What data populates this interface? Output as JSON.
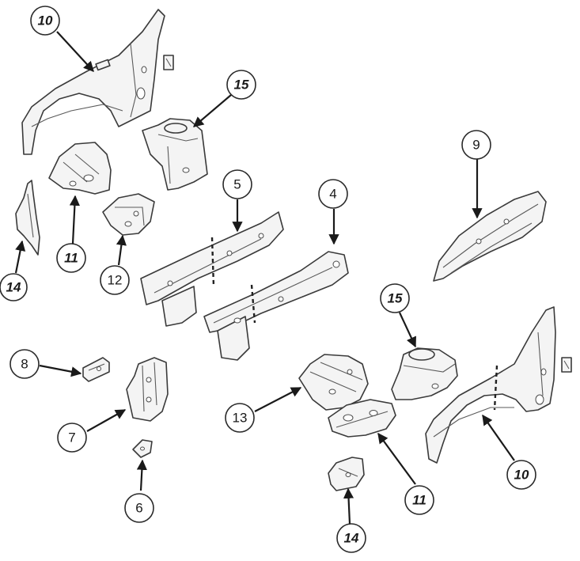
{
  "callouts": [
    {
      "id": "c10a",
      "label": "10",
      "style": "italic"
    },
    {
      "id": "c15a",
      "label": "15",
      "style": "italic"
    },
    {
      "id": "c5",
      "label": "5",
      "style": "normal"
    },
    {
      "id": "c4",
      "label": "4",
      "style": "normal"
    },
    {
      "id": "c9",
      "label": "9",
      "style": "normal"
    },
    {
      "id": "c11a",
      "label": "11",
      "style": "italic"
    },
    {
      "id": "c12",
      "label": "12",
      "style": "normal"
    },
    {
      "id": "c14a",
      "label": "14",
      "style": "italic"
    },
    {
      "id": "c8",
      "label": "8",
      "style": "normal"
    },
    {
      "id": "c7",
      "label": "7",
      "style": "normal"
    },
    {
      "id": "c6",
      "label": "6",
      "style": "normal"
    },
    {
      "id": "c13",
      "label": "13",
      "style": "normal"
    },
    {
      "id": "c15b",
      "label": "15",
      "style": "italic"
    },
    {
      "id": "c10b",
      "label": "10",
      "style": "italic"
    },
    {
      "id": "c11b",
      "label": "11",
      "style": "italic"
    },
    {
      "id": "c14b",
      "label": "14",
      "style": "italic"
    }
  ]
}
